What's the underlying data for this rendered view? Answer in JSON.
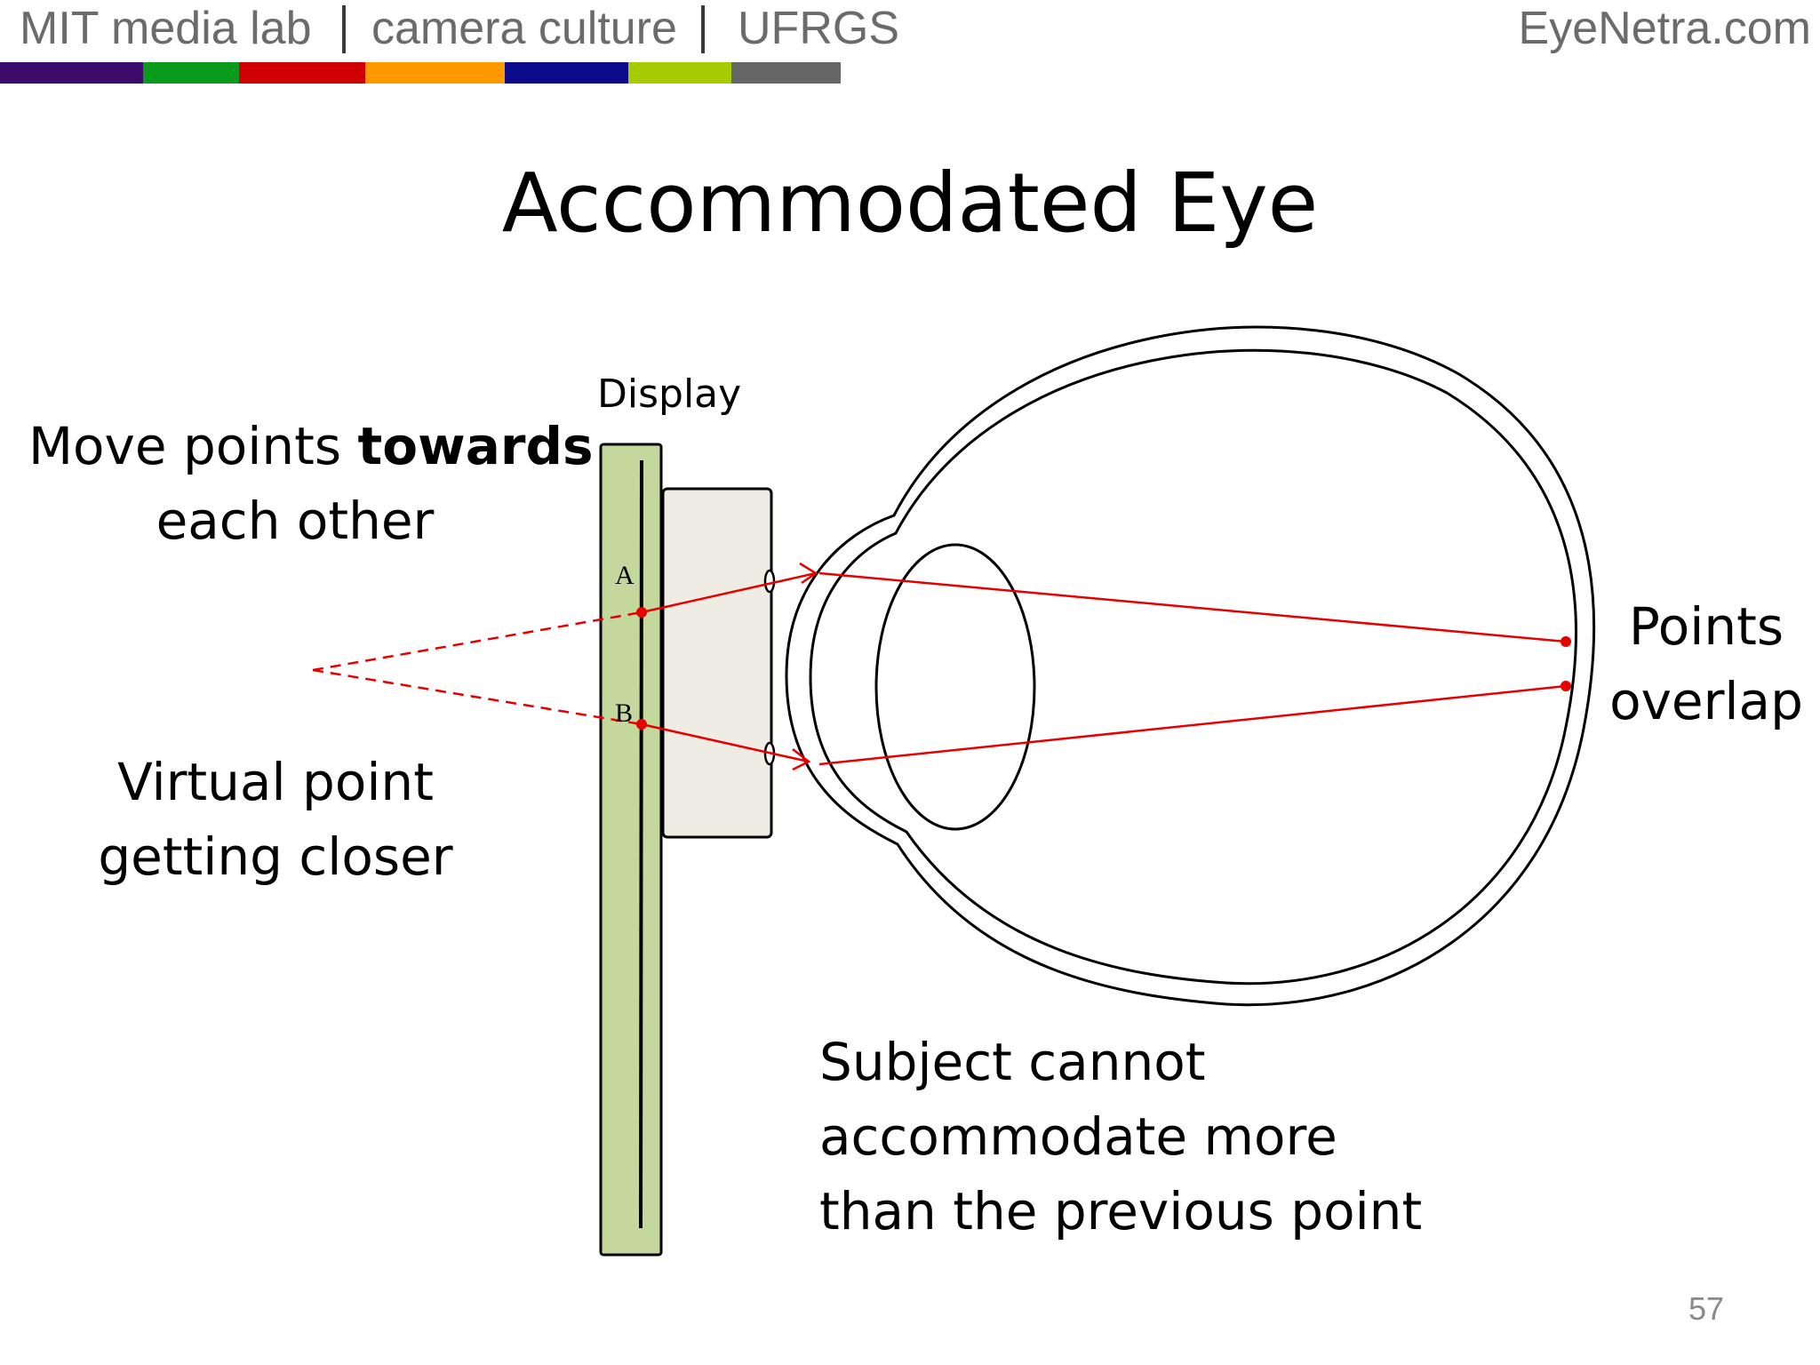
{
  "header": {
    "items": [
      "MIT media lab",
      "camera culture",
      "UFRGS"
    ],
    "site": "EyeNetra.com",
    "color_bar": [
      "#3d0c6b",
      "#0a9a1c",
      "#d10000",
      "#ff9900",
      "#0a0a8a",
      "#a6cc00",
      "#666666"
    ]
  },
  "title": "Accommodated Eye",
  "left_text_1": {
    "line1_plain": "Move points ",
    "line1_bold": "towards",
    "line2": "each other"
  },
  "left_text_2": {
    "line1": "Virtual point",
    "line2": "getting closer"
  },
  "display_label": "Display",
  "point_a": "A",
  "point_b": "B",
  "right_text": {
    "line1": "Points",
    "line2": "overlap"
  },
  "bottom_text": {
    "line1": "Subject cannot",
    "line2": "accommodate more",
    "line3": "than the previous point"
  },
  "page_number": "57",
  "colors": {
    "ray": "#e60000",
    "display_panel": "#c4d89e",
    "lens_box": "#efece3"
  }
}
